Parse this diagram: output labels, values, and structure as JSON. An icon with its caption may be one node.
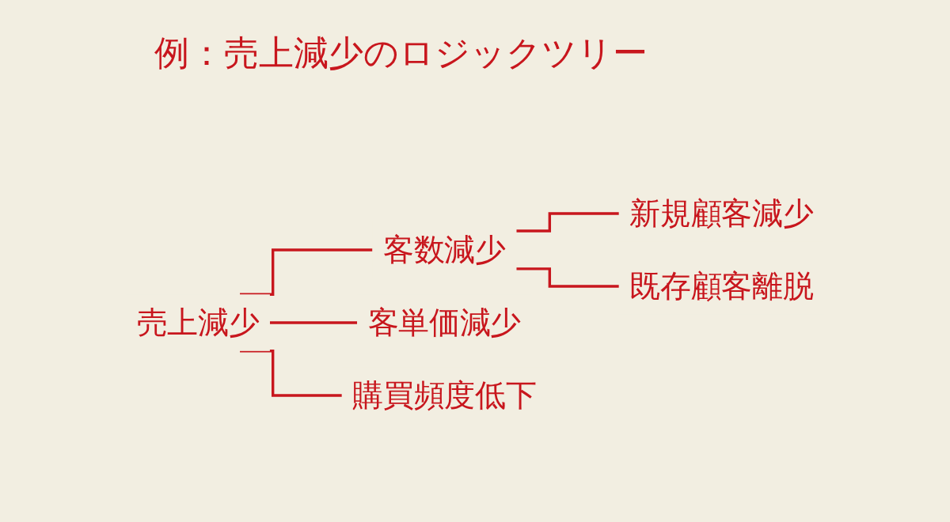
{
  "diagram": {
    "title": "例：売上減少のロジックツリー",
    "nodes": [
      {
        "text": [
          "売上減少"
        ]
      },
      {
        "text": [
          "客数減少"
        ]
      },
      {
        "text": [
          "新規顧客減少"
        ]
      },
      {
        "text": [
          "既存顧客離脱"
        ]
      },
      {
        "text": [
          "客単価減少"
        ]
      },
      {
        "text": [
          "購買頻度低下"
        ]
      }
    ],
    "edges": [
      {
        "from": 0,
        "to": 1,
        "arrow": "none"
      },
      {
        "from": 1,
        "to": 2,
        "arrow": "none"
      },
      {
        "from": 1,
        "to": 3,
        "arrow": "none"
      },
      {
        "from": 0,
        "to": 4,
        "arrow": "none"
      },
      {
        "from": 0,
        "to": 5,
        "arrow": "none"
      }
    ]
  }
}
